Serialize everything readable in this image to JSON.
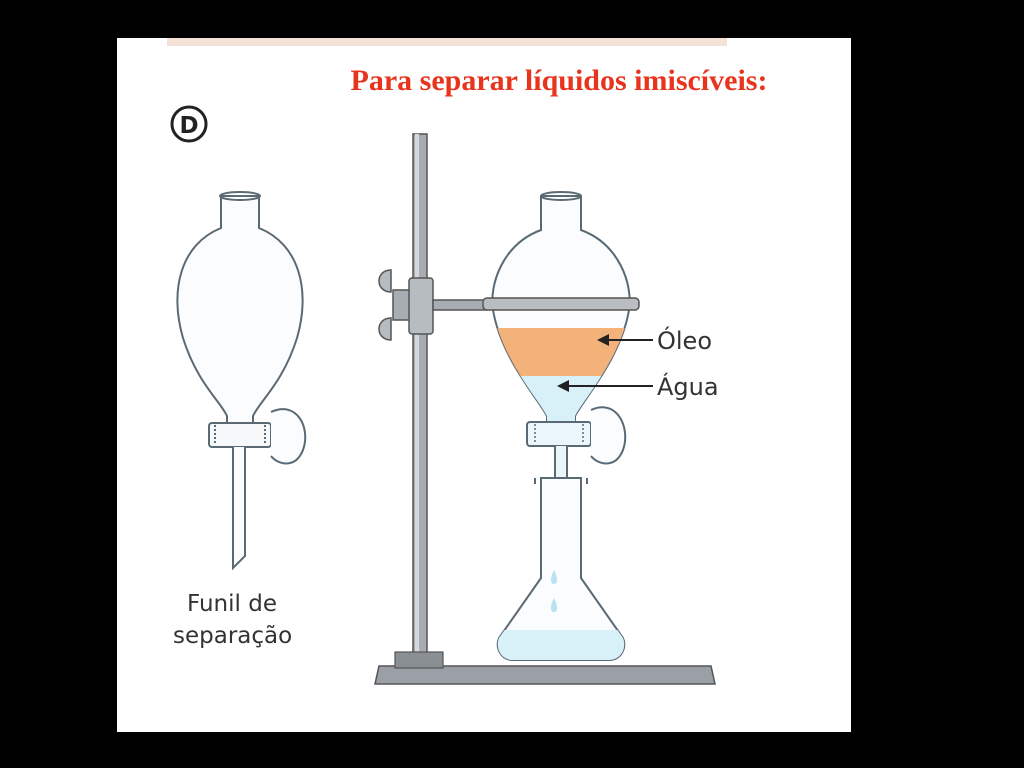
{
  "slide": {
    "title": "Para separar líquidos imiscíveis:",
    "panel_letter": "D"
  },
  "diagram": {
    "left_funnel": {
      "caption_line1": "Funil de",
      "caption_line2": "separação"
    },
    "labels": {
      "oil": "Óleo",
      "water": "Água"
    },
    "colors": {
      "oil": "#f2b27a",
      "water": "#d8f0f8",
      "glass_outline": "#5a6a74",
      "stand": "#8a8f94",
      "title": "#e8341c"
    }
  }
}
